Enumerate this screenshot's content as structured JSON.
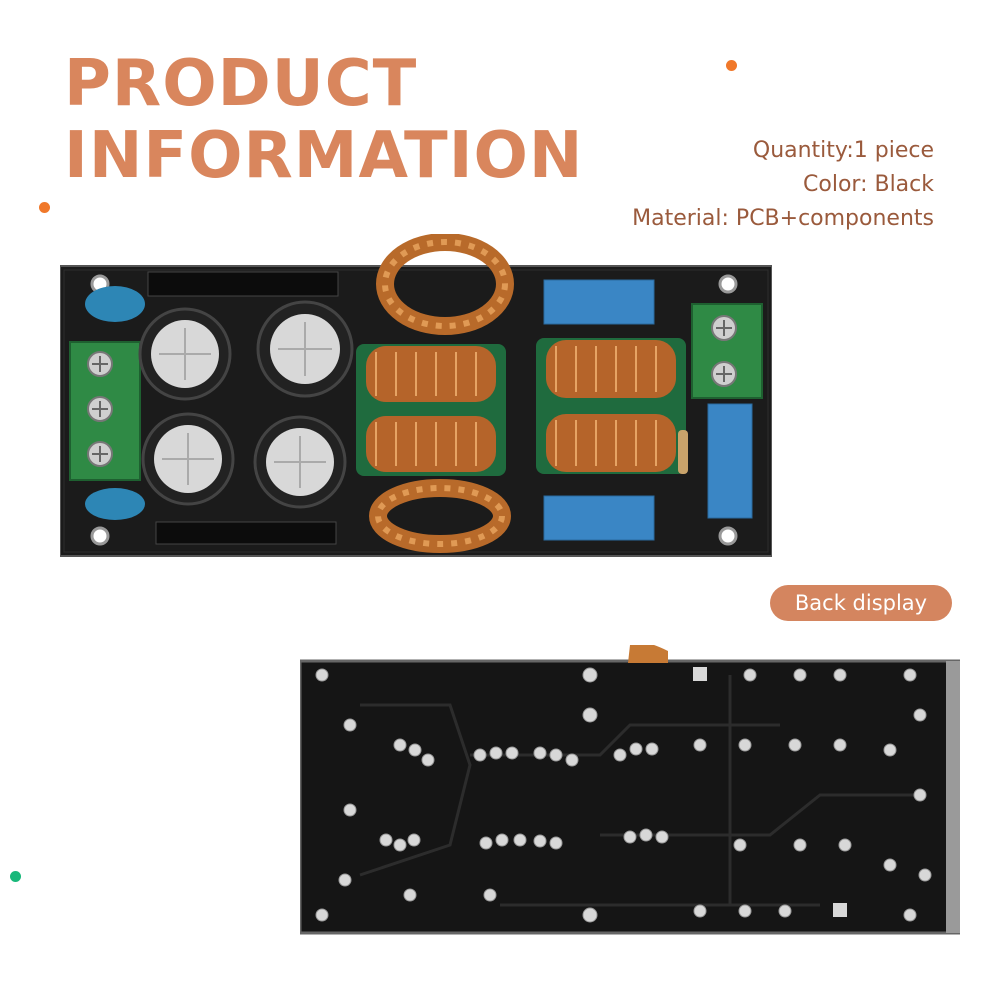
{
  "heading": {
    "line1": "PRODUCT",
    "line2": "INFORMATION"
  },
  "specs": {
    "quantity": "Quantity:1 piece",
    "color": "Color: Black",
    "material": "Material: PCB+components"
  },
  "badge": {
    "label": "Back display"
  },
  "colors": {
    "accent": "#d9865d",
    "text": "#9a5a3c",
    "badge_bg": "#d4855f",
    "orange_dot": "#f0782a",
    "green_dot": "#18b87a"
  }
}
